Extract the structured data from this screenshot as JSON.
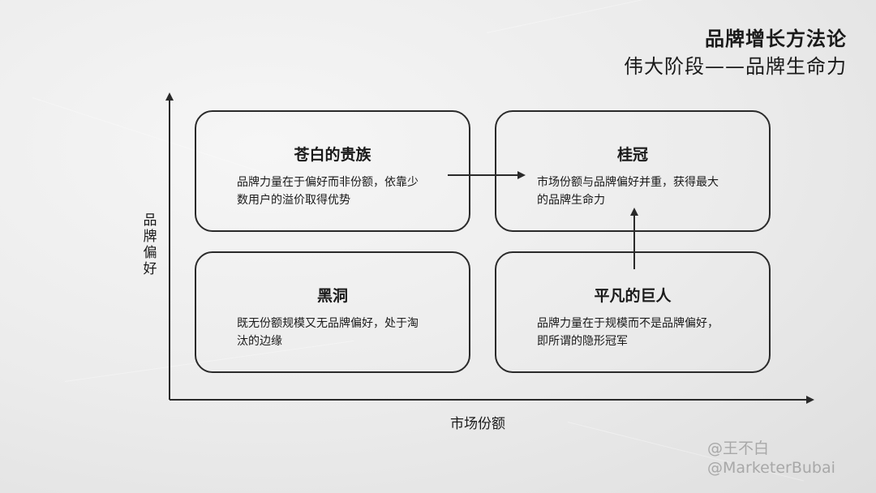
{
  "header": {
    "title": "品牌增长方法论",
    "subtitle": "伟大阶段——品牌生命力"
  },
  "axes": {
    "y_label": "品牌偏好",
    "x_label": "市场份额"
  },
  "quadrants": {
    "top_left": {
      "title": "苍白的贵族",
      "desc": "品牌力量在于偏好而非份额，依靠少数用户的溢价取得优势"
    },
    "top_right": {
      "title": "桂冠",
      "desc": "市场份额与品牌偏好并重，获得最大的品牌生命力"
    },
    "bottom_left": {
      "title": "黑洞",
      "desc": "既无份额规模又无品牌偏好，处于淘汰的边缘"
    },
    "bottom_right": {
      "title": "平凡的巨人",
      "desc": "品牌力量在于规模而不是品牌偏好，即所谓的隐形冠军"
    }
  },
  "watermark": {
    "line1": "@王不白",
    "line2": "@MarketerBubai"
  },
  "colors": {
    "line": "#2a2a2a",
    "text": "#1a1a1a",
    "watermark": "#a8a8a8"
  }
}
